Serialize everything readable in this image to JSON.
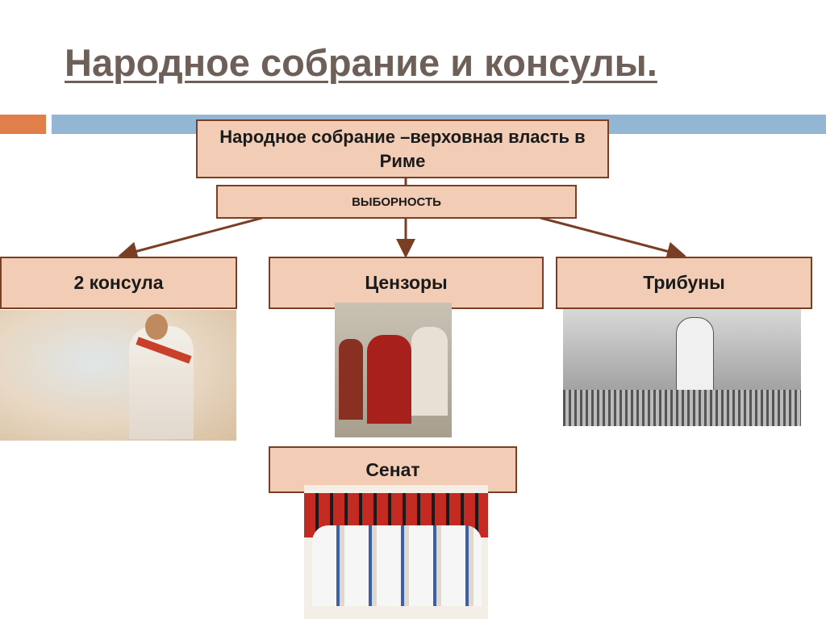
{
  "slide": {
    "title": "Народное собрание и консулы.",
    "top_box": "Народное собрание –верховная власть в Риме",
    "election_box": "ВЫБОРНОСТЬ",
    "branches": [
      {
        "label": "2 консула"
      },
      {
        "label": "Цензоры"
      },
      {
        "label": "Трибуны"
      }
    ],
    "senate": "Сенат"
  },
  "colors": {
    "accent_orange": "#e07f49",
    "accent_blue": "#93b6d4",
    "box_fill": "#f2ccb4",
    "box_border": "#7a3e25",
    "arrow": "#7a3e25"
  }
}
